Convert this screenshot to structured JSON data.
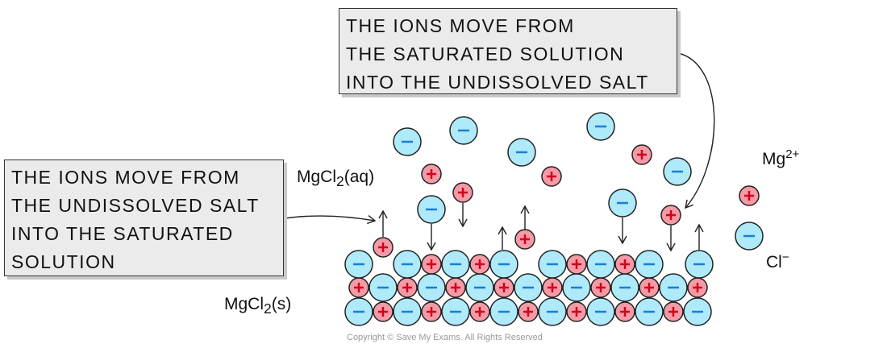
{
  "callout_top": {
    "lines": [
      "THE IONS MOVE FROM",
      "THE SATURATED SOLUTION",
      "INTO THE UNDISSOLVED SALT"
    ]
  },
  "callout_left": {
    "lines": [
      "THE IONS MOVE FROM",
      "THE UNDISSOLVED SALT",
      "INTO THE SATURATED",
      "SOLUTION"
    ]
  },
  "labels": {
    "aq_main": "MgCl",
    "aq_sub": "2",
    "aq_state": "(aq)",
    "s_main": "MgCl",
    "s_sub": "2",
    "s_state": "(s)"
  },
  "legend": {
    "cation": "Mg",
    "cation_charge": "2+",
    "anion": "Cl",
    "anion_charge": "−"
  },
  "copyright": "Copyright © Save My Exams. All Rights Reserved",
  "colors": {
    "anion_fill": "#aeeafa",
    "anion_sign": "#1a7fd0",
    "cation_fill": "#f59aa6",
    "cation_sign": "#d0021b"
  }
}
